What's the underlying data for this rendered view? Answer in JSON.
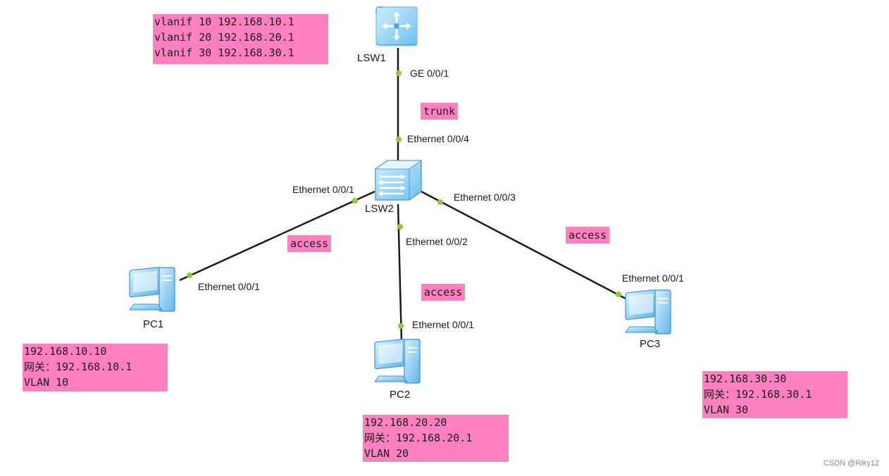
{
  "devices": {
    "lsw1": "LSW1",
    "lsw2": "LSW2",
    "pc1": "PC1",
    "pc2": "PC2",
    "pc3": "PC3"
  },
  "ports": {
    "lsw1_down": "GE 0/0/1",
    "lsw2_up": "Ethernet 0/0/4",
    "lsw2_pc1": "Ethernet 0/0/1",
    "lsw2_pc2": "Ethernet 0/0/2",
    "lsw2_pc3": "Ethernet 0/0/3",
    "pc1_port": "Ethernet 0/0/1",
    "pc2_port": "Ethernet 0/0/1",
    "pc3_port": "Ethernet 0/0/1"
  },
  "link_modes": {
    "trunk": "trunk",
    "access_pc1": "access",
    "access_pc2": "access",
    "access_pc3": "access"
  },
  "lsw1_config": [
    "vlanif 10 192.168.10.1",
    "vlanif 20 192.168.20.1",
    "vlanif 30 192.168.30.1"
  ],
  "pc1_info": [
    "192.168.10.10",
    "网关：192.168.10.1",
    "VLAN 10"
  ],
  "pc2_info": [
    "192.168.20.20",
    "网关：192.168.20.1",
    "VLAN 20"
  ],
  "pc3_info": [
    "192.168.30.30",
    "网关：192.168.30.1",
    "VLAN 30"
  ],
  "watermark": "CSDN @Riky12",
  "colors": {
    "highlight": "#ff80c0",
    "port_dot": "#8ccc3c",
    "link": "#1a1a1a",
    "device_blue": "#4aa8e8"
  }
}
